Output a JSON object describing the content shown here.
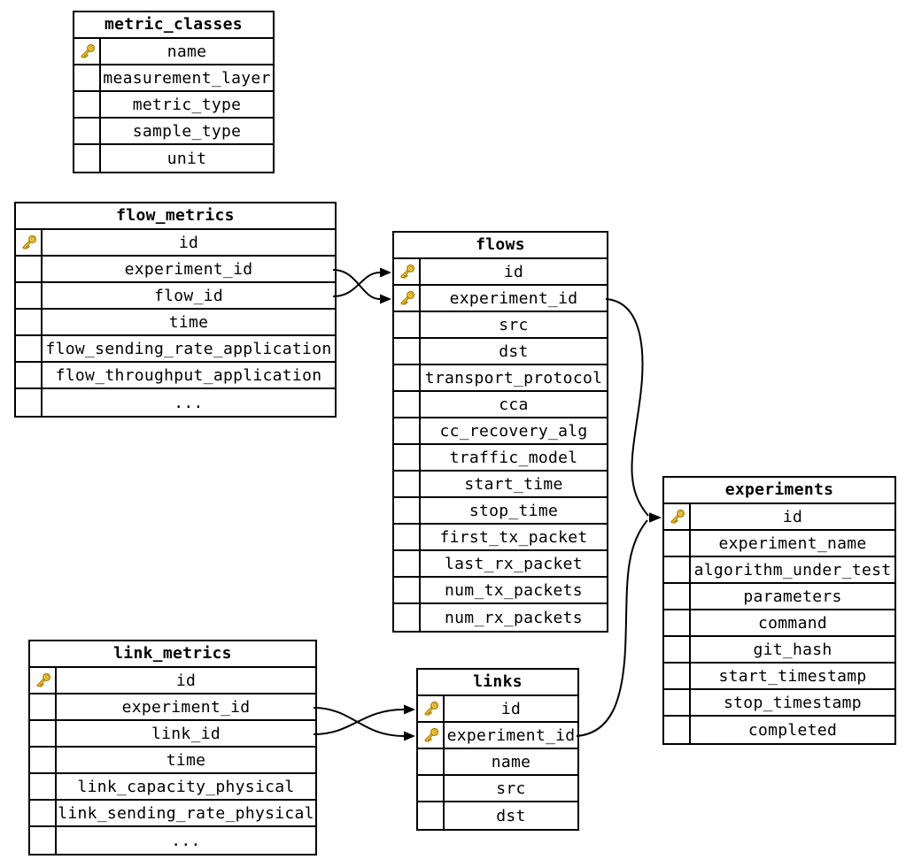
{
  "tables": {
    "metric_classes": {
      "title": "metric_classes",
      "rows": [
        {
          "field": "name",
          "pk": true
        },
        {
          "field": "measurement_layer",
          "pk": false
        },
        {
          "field": "metric_type",
          "pk": false
        },
        {
          "field": "sample_type",
          "pk": false
        },
        {
          "field": "unit",
          "pk": false
        }
      ]
    },
    "flow_metrics": {
      "title": "flow_metrics",
      "rows": [
        {
          "field": "id",
          "pk": true
        },
        {
          "field": "experiment_id",
          "pk": false
        },
        {
          "field": "flow_id",
          "pk": false
        },
        {
          "field": "time",
          "pk": false
        },
        {
          "field": "flow_sending_rate_application",
          "pk": false
        },
        {
          "field": "flow_throughput_application",
          "pk": false
        },
        {
          "field": "...",
          "pk": false
        }
      ]
    },
    "flows": {
      "title": "flows",
      "rows": [
        {
          "field": "id",
          "pk": true
        },
        {
          "field": "experiment_id",
          "pk": true
        },
        {
          "field": "src",
          "pk": false
        },
        {
          "field": "dst",
          "pk": false
        },
        {
          "field": "transport_protocol",
          "pk": false
        },
        {
          "field": "cca",
          "pk": false
        },
        {
          "field": "cc_recovery_alg",
          "pk": false
        },
        {
          "field": "traffic_model",
          "pk": false
        },
        {
          "field": "start_time",
          "pk": false
        },
        {
          "field": "stop_time",
          "pk": false
        },
        {
          "field": "first_tx_packet",
          "pk": false
        },
        {
          "field": "last_rx_packet",
          "pk": false
        },
        {
          "field": "num_tx_packets",
          "pk": false
        },
        {
          "field": "num_rx_packets",
          "pk": false
        }
      ]
    },
    "experiments": {
      "title": "experiments",
      "rows": [
        {
          "field": "id",
          "pk": true
        },
        {
          "field": "experiment_name",
          "pk": false
        },
        {
          "field": "algorithm_under_test",
          "pk": false
        },
        {
          "field": "parameters",
          "pk": false
        },
        {
          "field": "command",
          "pk": false
        },
        {
          "field": "git_hash",
          "pk": false
        },
        {
          "field": "start_timestamp",
          "pk": false
        },
        {
          "field": "stop_timestamp",
          "pk": false
        },
        {
          "field": "completed",
          "pk": false
        }
      ]
    },
    "link_metrics": {
      "title": "link_metrics",
      "rows": [
        {
          "field": "id",
          "pk": true
        },
        {
          "field": "experiment_id",
          "pk": false
        },
        {
          "field": "link_id",
          "pk": false
        },
        {
          "field": "time",
          "pk": false
        },
        {
          "field": "link_capacity_physical",
          "pk": false
        },
        {
          "field": "link_sending_rate_physical",
          "pk": false
        },
        {
          "field": "...",
          "pk": false
        }
      ]
    },
    "links": {
      "title": "links",
      "rows": [
        {
          "field": "id",
          "pk": true
        },
        {
          "field": "experiment_id",
          "pk": true
        },
        {
          "field": "name",
          "pk": false
        },
        {
          "field": "src",
          "pk": false
        },
        {
          "field": "dst",
          "pk": false
        }
      ]
    }
  },
  "relations": [
    {
      "from": "flow_metrics.experiment_id",
      "to": "flows.experiment_id"
    },
    {
      "from": "flow_metrics.flow_id",
      "to": "flows.id"
    },
    {
      "from": "flows.experiment_id",
      "to": "experiments.id"
    },
    {
      "from": "link_metrics.experiment_id",
      "to": "links.experiment_id"
    },
    {
      "from": "link_metrics.link_id",
      "to": "links.id"
    },
    {
      "from": "links.experiment_id",
      "to": "experiments.id"
    }
  ],
  "colors": {
    "line": "#000000",
    "background": "#ffffff",
    "key_fill": "#ffd22e",
    "key_outline": "#a97b00"
  }
}
